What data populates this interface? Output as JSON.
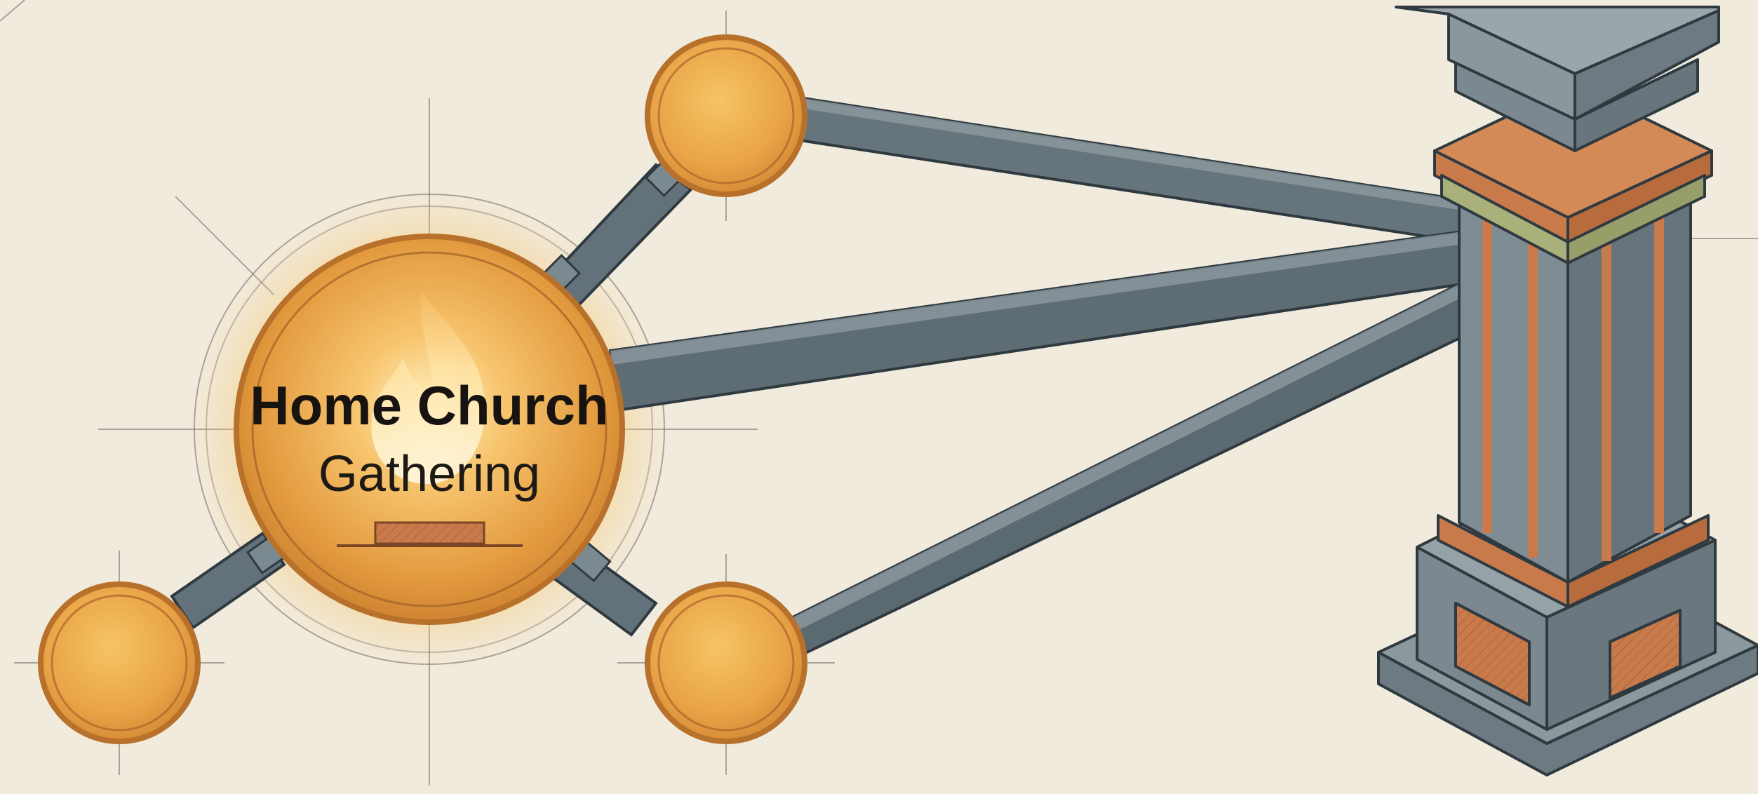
{
  "hub": {
    "title": "Home Church",
    "subtitle": "Gathering",
    "icon": "flame-icon"
  },
  "satellites": [
    {
      "name": "upper-node"
    },
    {
      "name": "lower-right-node"
    },
    {
      "name": "lower-left-node"
    }
  ],
  "pillar": {
    "icon": "pillar-icon"
  },
  "colors": {
    "background": "#f1ebdd",
    "node_orange": "#e3a047",
    "node_rim": "#b8712a",
    "beam_steel": "#5f6e76",
    "beam_dark": "#3c4850",
    "pillar_stone": "#7c8a91",
    "pillar_copper": "#c97a4a",
    "pillar_olive": "#a9b07a",
    "guide_line": "#6b6760"
  }
}
